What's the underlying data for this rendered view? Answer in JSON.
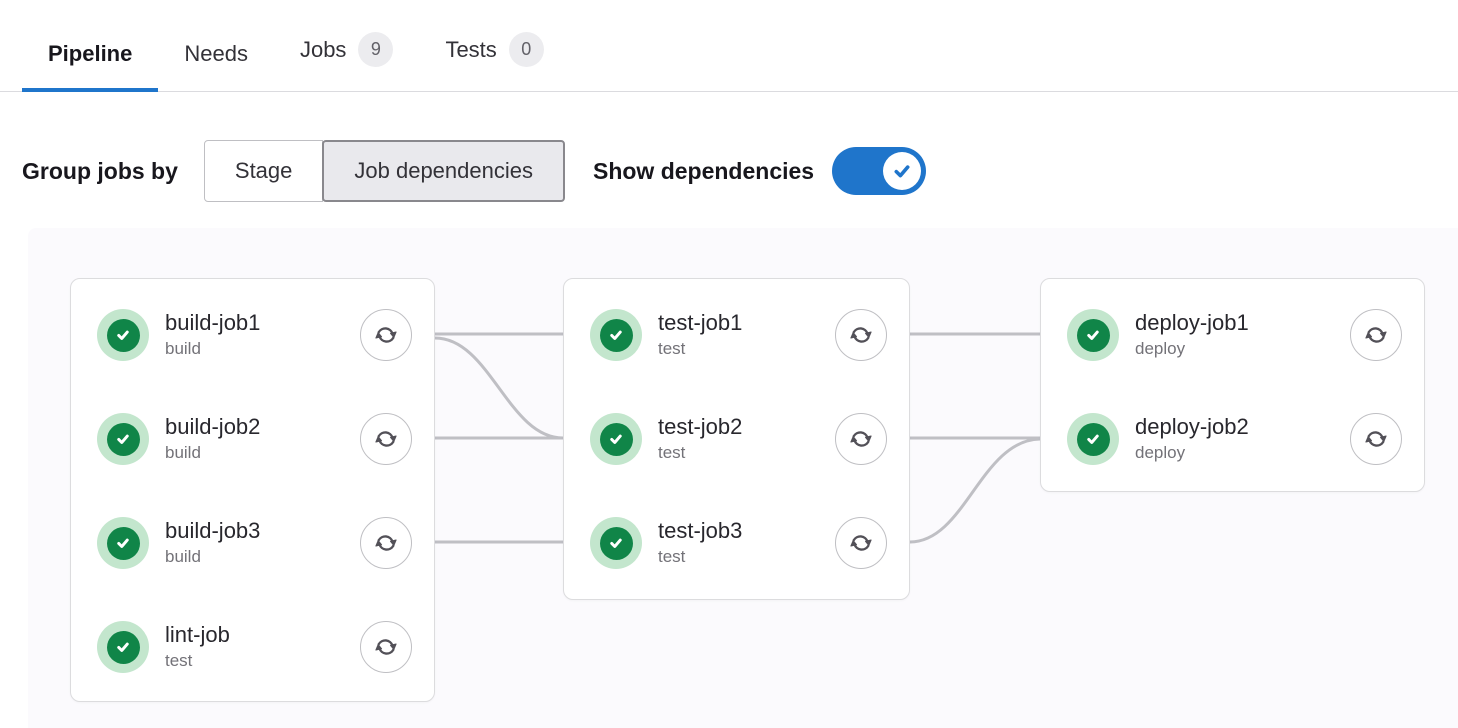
{
  "tabs": {
    "items": [
      {
        "label": "Pipeline",
        "active": true
      },
      {
        "label": "Needs",
        "active": false
      },
      {
        "label": "Jobs",
        "badge": "9",
        "active": false
      },
      {
        "label": "Tests",
        "badge": "0",
        "active": false
      }
    ]
  },
  "controls": {
    "group_jobs_by_label": "Group jobs by",
    "stage_option": "Stage",
    "job_dependencies_option": "Job dependencies",
    "selected_option": "Job dependencies",
    "show_dependencies_label": "Show dependencies",
    "show_dependencies_enabled": true
  },
  "graph": {
    "columns": [
      {
        "jobs": [
          {
            "name": "build-job1",
            "stage": "build",
            "status": "success"
          },
          {
            "name": "build-job2",
            "stage": "build",
            "status": "success"
          },
          {
            "name": "build-job3",
            "stage": "build",
            "status": "success"
          },
          {
            "name": "lint-job",
            "stage": "test",
            "status": "success"
          }
        ]
      },
      {
        "jobs": [
          {
            "name": "test-job1",
            "stage": "test",
            "status": "success"
          },
          {
            "name": "test-job2",
            "stage": "test",
            "status": "success"
          },
          {
            "name": "test-job3",
            "stage": "test",
            "status": "success"
          }
        ]
      },
      {
        "jobs": [
          {
            "name": "deploy-job1",
            "stage": "deploy",
            "status": "success"
          },
          {
            "name": "deploy-job2",
            "stage": "deploy",
            "status": "success"
          }
        ]
      }
    ],
    "edges": [
      {
        "from": "build-job1",
        "to": "test-job1"
      },
      {
        "from": "build-job1",
        "to": "test-job2"
      },
      {
        "from": "build-job2",
        "to": "test-job2"
      },
      {
        "from": "build-job3",
        "to": "test-job3"
      },
      {
        "from": "test-job1",
        "to": "deploy-job1"
      },
      {
        "from": "test-job2",
        "to": "deploy-job2"
      },
      {
        "from": "test-job3",
        "to": "deploy-job2"
      }
    ]
  },
  "colors": {
    "accent_blue": "#1f75cb",
    "success_green": "#108548",
    "success_green_light": "#c3e6cd",
    "edge_gray": "#bfbfc4",
    "graph_background": "#fbfafd"
  }
}
